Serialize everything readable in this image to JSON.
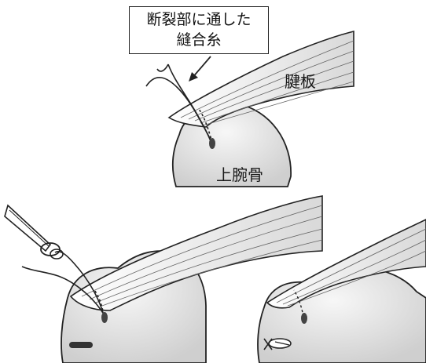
{
  "callout": {
    "line1": "断裂部に通した",
    "line2": "縫合糸"
  },
  "labels": {
    "tendon_plate": "腱板",
    "humerus": "上腕骨"
  },
  "colors": {
    "ink": "#222222",
    "bone": "#ececec",
    "tendon": "#f4f4f4",
    "knot_dark": "#333333"
  }
}
